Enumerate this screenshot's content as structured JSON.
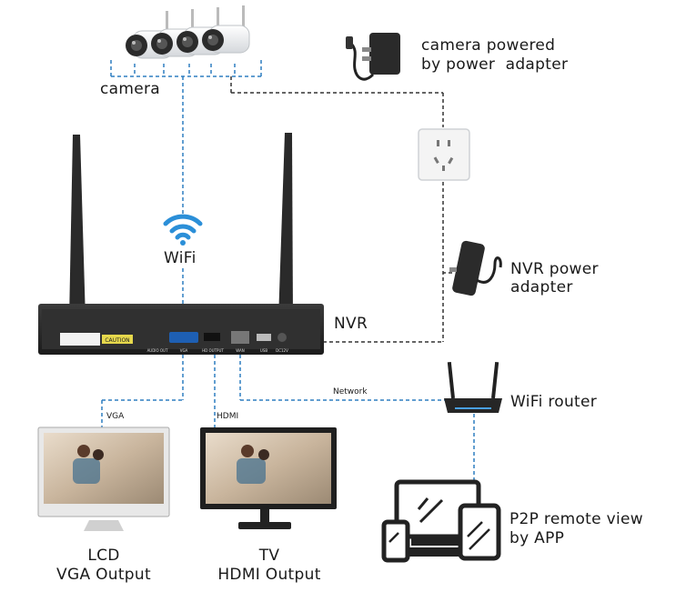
{
  "labels": {
    "camera": "camera",
    "camera_power": [
      "camera powered",
      "by power  adapter"
    ],
    "wifi": "WiFi",
    "nvr": "NVR",
    "nvr_power": [
      "NVR power",
      "adapter"
    ],
    "network": "Network",
    "wifi_router": "WiFi router",
    "vga": "VGA",
    "hdmi": "HDMI",
    "lcd": [
      "LCD",
      "VGA Output"
    ],
    "tv": [
      "TV",
      "HDMI Output"
    ],
    "p2p": [
      "P2P remote view",
      "by APP"
    ]
  },
  "nvr_panel": {
    "caution": "CAUTION",
    "ports": [
      "AUDIO OUT",
      "VGA",
      "HD OUTPUT",
      "WAN",
      "USB",
      "DC12V"
    ]
  },
  "colors": {
    "link_dashed": "#2f7fc1",
    "power_dashed": "#333333",
    "nvr_body": "#2a2a2a",
    "wifi_icon": "#2b8fd8"
  }
}
